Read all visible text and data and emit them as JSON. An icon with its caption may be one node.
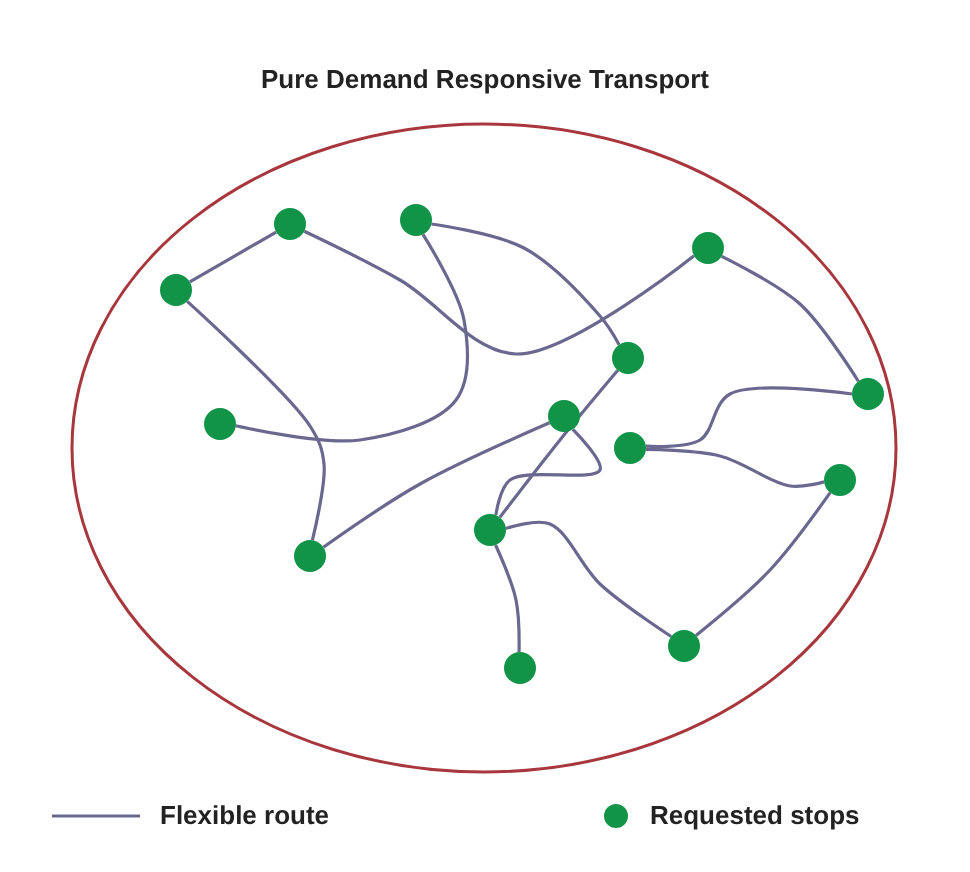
{
  "diagram": {
    "title": "Pure Demand Responsive Transport",
    "nodes": [
      {
        "text": [],
        "shape": "circle"
      },
      {
        "text": [],
        "shape": "circle"
      },
      {
        "text": [],
        "shape": "circle"
      },
      {
        "text": [],
        "shape": "circle"
      },
      {
        "text": [],
        "shape": "circle"
      },
      {
        "text": [],
        "shape": "circle"
      },
      {
        "text": [],
        "shape": "circle"
      },
      {
        "text": [],
        "shape": "circle"
      },
      {
        "text": [],
        "shape": "circle"
      },
      {
        "text": [],
        "shape": "circle"
      },
      {
        "text": [],
        "shape": "circle"
      },
      {
        "text": [],
        "shape": "circle"
      },
      {
        "text": [],
        "shape": "circle"
      },
      {
        "text": [],
        "shape": "circle"
      }
    ],
    "edges": [
      {
        "from": 3,
        "to": 1,
        "arrow": "none"
      },
      {
        "from": 1,
        "to": 2,
        "arrow": "none"
      },
      {
        "from": 0,
        "to": 4,
        "arrow": "none"
      },
      {
        "from": 0,
        "to": 7,
        "arrow": "none"
      },
      {
        "from": 3,
        "to": 11,
        "arrow": "none"
      },
      {
        "from": 11,
        "to": 6,
        "arrow": "none"
      },
      {
        "from": 2,
        "to": 5,
        "arrow": "none"
      },
      {
        "from": 5,
        "to": 8,
        "arrow": "none"
      },
      {
        "from": 8,
        "to": 9,
        "arrow": "none"
      },
      {
        "from": 9,
        "to": 12,
        "arrow": "none"
      },
      {
        "from": 12,
        "to": 10,
        "arrow": "none"
      },
      {
        "from": 10,
        "to": 13,
        "arrow": "none"
      },
      {
        "from": 4,
        "to": 10,
        "arrow": "none"
      },
      {
        "from": 6,
        "to": 10,
        "arrow": "none"
      }
    ],
    "legend": [
      {
        "text": "Flexible route"
      },
      {
        "text": "Requested stops"
      }
    ]
  }
}
